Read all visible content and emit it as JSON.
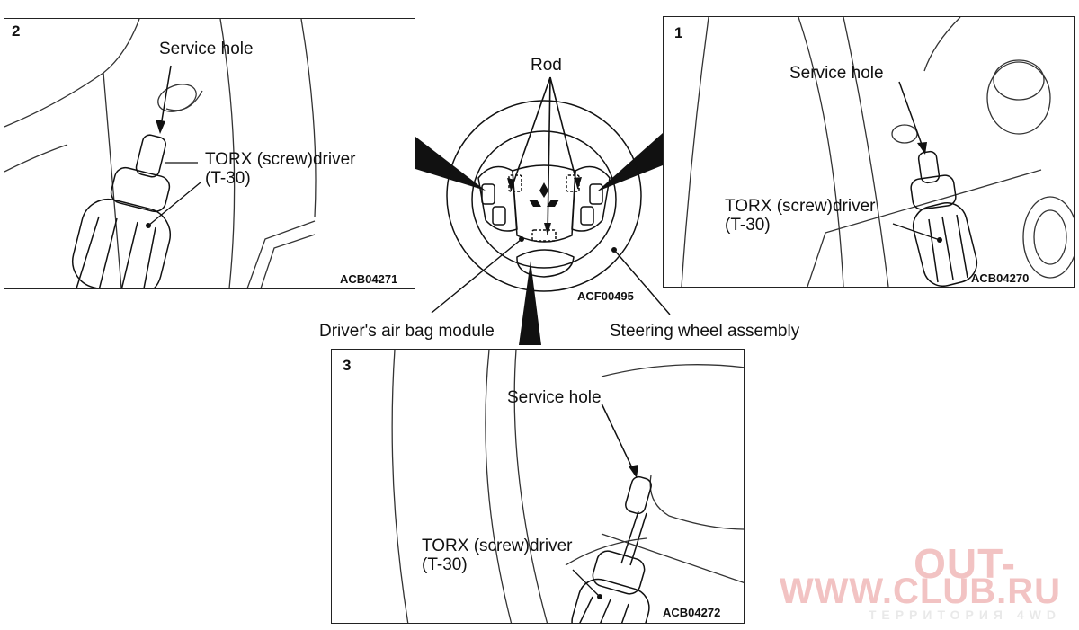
{
  "figure_code": "ACF00495",
  "center": {
    "rod_label": "Rod",
    "airbag_label": "Driver's air bag module",
    "wheel_label": "Steering wheel assembly"
  },
  "panels": [
    {
      "number": "2",
      "service_hole": "Service hole",
      "tool_line1": "TORX (screw)driver",
      "tool_line2": "(T-30)",
      "code": "ACB04271"
    },
    {
      "number": "1",
      "service_hole": "Service hole",
      "tool_line1": "TORX (screw)driver",
      "tool_line2": "(T-30)",
      "code": "ACB04270"
    },
    {
      "number": "3",
      "service_hole": "Service hole",
      "tool_line1": "TORX (screw)driver",
      "tool_line2": "(T-30)",
      "code": "ACB04272"
    }
  ],
  "watermark": {
    "line1": "OUT-",
    "line2": "WWW.CLUB.RU",
    "line3": "ТЕРРИТОРИЯ 4WD"
  },
  "colors": {
    "ink": "#111111",
    "watermark": "#f2c3c3"
  }
}
